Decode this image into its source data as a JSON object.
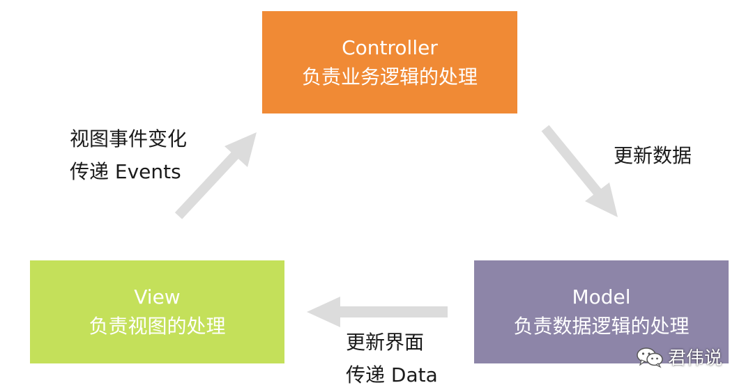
{
  "controller": {
    "title": "Controller",
    "desc": "负责业务逻辑的处理",
    "color": "#f08a35"
  },
  "view": {
    "title": "View",
    "desc": "负责视图的处理",
    "color": "#c4e05a"
  },
  "model": {
    "title": "Model",
    "desc": "负责数据逻辑的处理",
    "color": "#8d85a8"
  },
  "edges": {
    "view_to_controller": {
      "line1": "视图事件变化",
      "line2": "传递 Events"
    },
    "controller_to_model": {
      "line1": "更新数据"
    },
    "model_to_view": {
      "line1": "更新界面",
      "line2": "传递 Data"
    }
  },
  "arrow_color": "#dcdcdc",
  "watermark": {
    "icon": "wechat-icon",
    "text": "君伟说"
  }
}
